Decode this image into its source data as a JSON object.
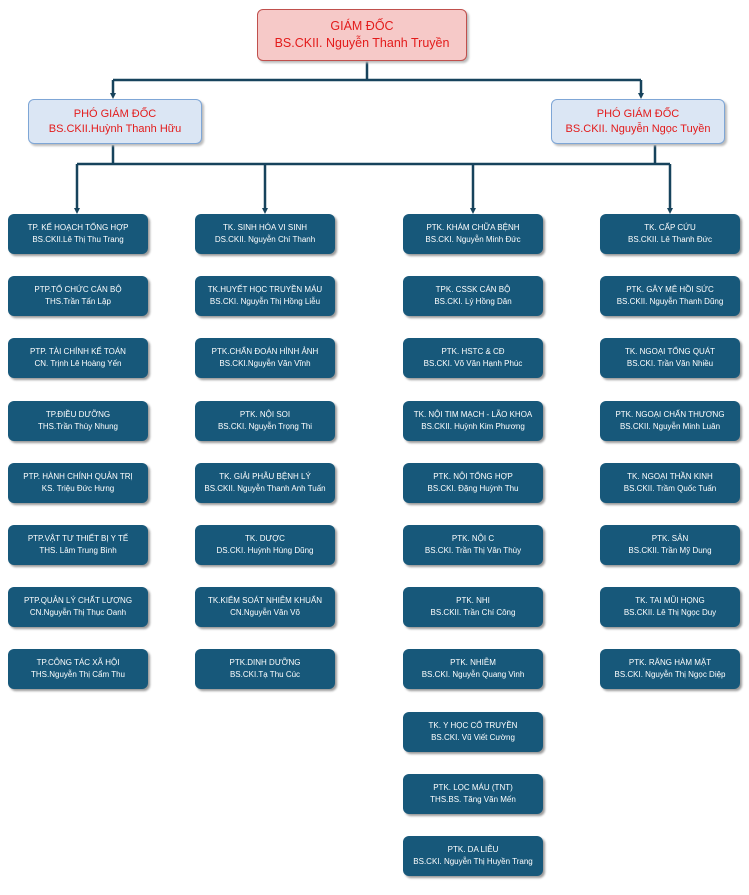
{
  "director": {
    "title": "GIÁM ĐỐC",
    "name": "BS.CKII. Nguyễn Thanh Truyền"
  },
  "vice_directors": [
    {
      "title": "PHÓ GIÁM ĐỐC",
      "name": "BS.CKII.Huỳnh Thanh Hữu"
    },
    {
      "title": "PHÓ GIÁM ĐỐC",
      "name": "BS.CKII. Nguyễn Ngọc Tuyền"
    }
  ],
  "columns": [
    [
      {
        "title": "TP. KẾ HOẠCH TỔNG HỢP",
        "name": "BS.CKII.Lê Thị Thu Trang"
      },
      {
        "title": "PTP.TỔ CHỨC CÁN BỘ",
        "name": "THS.Trần Tấn Lập"
      },
      {
        "title": "PTP. TÀI CHÍNH KẾ TOÁN",
        "name": "CN. Trịnh Lê Hoàng Yến"
      },
      {
        "title": "TP.ĐIỀU DƯỠNG",
        "name": "THS.Trần Thùy Nhung"
      },
      {
        "title": "PTP. HÀNH CHÍNH QUẢN TRỊ",
        "name": "KS. Triệu Đức Hưng"
      },
      {
        "title": "PTP.VẬT TƯ THIẾT BỊ Y TẾ",
        "name": "THS. Lâm Trung Bình"
      },
      {
        "title": "PTP.QUẢN LÝ CHẤT LƯỢNG",
        "name": "CN.Nguyễn Thị Thục Oanh"
      },
      {
        "title": "TP.CÔNG TÁC XÃ HỘI",
        "name": "THS.Nguyễn Thị Cẩm Thu"
      }
    ],
    [
      {
        "title": "TK. SINH HÓA VI SINH",
        "name": "DS.CKII. Nguyễn Chí Thanh"
      },
      {
        "title": "TK.HUYẾT HỌC TRUYỀN MÁU",
        "name": "BS.CKI. Nguyễn Thị Hồng Liễu"
      },
      {
        "title": "PTK.CHẨN ĐOÁN HÌNH ẢNH",
        "name": "BS.CKI.Nguyễn Văn Vĩnh"
      },
      {
        "title": "PTK. NỘI SOI",
        "name": "BS.CKI. Nguyễn Trọng Thi"
      },
      {
        "title": "TK. GIẢI PHẪU BỆNH LÝ",
        "name": "BS.CKII. Nguyễn Thanh Anh Tuấn"
      },
      {
        "title": "TK. DƯỢC",
        "name": "DS.CKI. Huỳnh Hùng Dũng"
      },
      {
        "title": "TK.KIỂM SOÁT NHIỄM KHUẨN",
        "name": "CN.Nguyễn Văn Võ"
      },
      {
        "title": "PTK.DINH DƯỠNG",
        "name": "BS.CKI.Tạ Thu Cúc"
      }
    ],
    [
      {
        "title": "PTK. KHÁM CHỮA BỆNH",
        "name": "BS.CKI. Nguyễn Minh Đức"
      },
      {
        "title": "TPK. CSSK CÁN BỘ",
        "name": "BS.CKI. Lý Hồng Dân"
      },
      {
        "title": "PTK. HSTC & CĐ",
        "name": "BS.CKI. Võ Văn Hạnh Phúc"
      },
      {
        "title": "TK. NỘI TIM MẠCH - LÃO KHOA",
        "name": "BS.CKII. Huỳnh Kim Phương"
      },
      {
        "title": "PTK. NỘI TỔNG HỢP",
        "name": "BS.CKI. Đặng Huỳnh Thu"
      },
      {
        "title": "PTK. NỘI C",
        "name": "BS.CKI. Trần Thị Vân Thùy"
      },
      {
        "title": "PTK. NHI",
        "name": "BS.CKII. Trần Chí Công"
      },
      {
        "title": "PTK. NHIỄM",
        "name": "BS.CKI. Nguyễn Quang Vinh"
      },
      {
        "title": "TK. Y HỌC CỔ TRUYỀN",
        "name": "BS.CKI. Vũ Viết Cường"
      },
      {
        "title": "PTK. LỌC MÁU (TNT)",
        "name": "THS.BS. Tăng Văn Mến"
      },
      {
        "title": "PTK. DA LIỄU",
        "name": "BS.CKI. Nguyễn Thị Huyền Trang"
      }
    ],
    [
      {
        "title": "TK. CẤP CỨU",
        "name": "BS.CKII. Lê Thanh Đức"
      },
      {
        "title": "PTK. GÂY MÊ HỒI SỨC",
        "name": "BS.CKII. Nguyễn Thanh Dũng"
      },
      {
        "title": "TK. NGOẠI TỔNG QUÁT",
        "name": "BS.CKI. Trần Văn Nhiều"
      },
      {
        "title": "PTK. NGOẠI CHẤN THƯƠNG",
        "name": "BS.CKII. Nguyễn Minh Luân"
      },
      {
        "title": "TK. NGOẠI THẦN KINH",
        "name": "BS.CKII. Trầm Quốc Tuấn"
      },
      {
        "title": "PTK. SẢN",
        "name": "BS.CKII. Trần Mỹ Dung"
      },
      {
        "title": "TK. TAI MŨI HỌNG",
        "name": "BS.CKII. Lê Thị Ngọc Duy"
      },
      {
        "title": "PTK. RĂNG HÀM MẶT",
        "name": "BS.CKI. Nguyễn Thị Ngọc Diệp"
      }
    ]
  ],
  "colors": {
    "connector": "#17435c",
    "dept_fill": "#17587a",
    "director_fill": "#f6c9c8",
    "vice_fill": "#dbe6f4",
    "title_red": "#e31b1b"
  }
}
